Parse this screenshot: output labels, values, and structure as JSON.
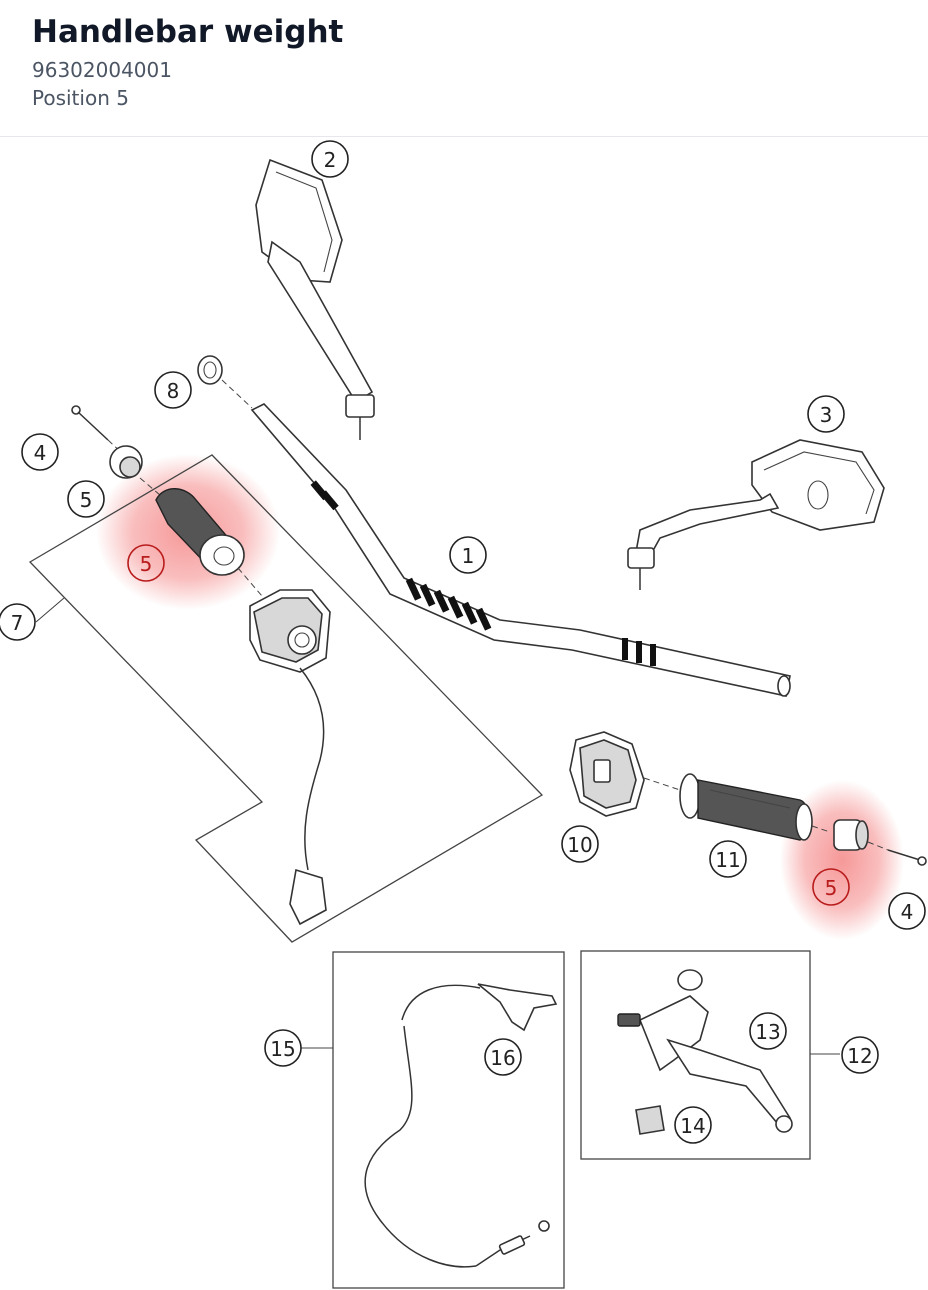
{
  "header": {
    "title": "Handlebar weight",
    "part_number": "96302004001",
    "position": "Position 5"
  },
  "callouts": {
    "c1": "1",
    "c2": "2",
    "c3": "3",
    "c4_left": "4",
    "c4_right": "4",
    "c5_left_top": "5",
    "c5_left_highlight": "5",
    "c5_right_highlight": "5",
    "c7": "7",
    "c8": "8",
    "c10": "10",
    "c11": "11",
    "c12": "12",
    "c13": "13",
    "c14": "14",
    "c15": "15",
    "c16": "16"
  },
  "highlight_color": "#ef4444",
  "highlighted_position": "5"
}
